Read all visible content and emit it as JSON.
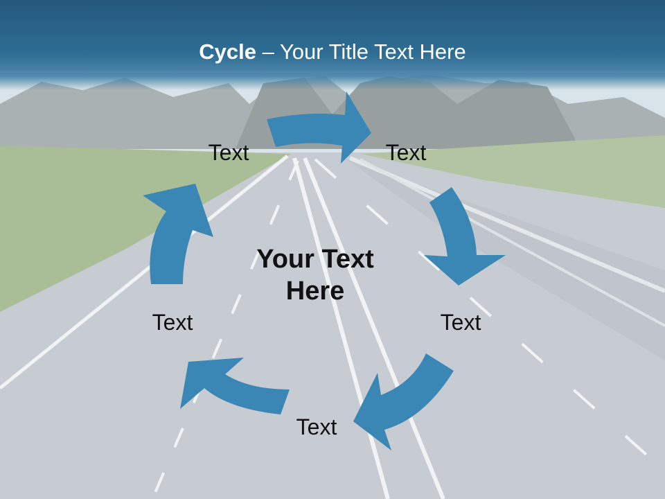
{
  "slide": {
    "title_strong": "Cycle",
    "title_rest": " – Your Title Text Here",
    "center_text": "Your Text Here",
    "labels": [
      "Text",
      "Text",
      "Text",
      "Text",
      "Text"
    ]
  },
  "colors": {
    "title_band": "#2a6489",
    "arrow": "#3a86b4",
    "road": "#c6ccd2",
    "field": "#a9bd97",
    "sky": "#d9e3ea"
  },
  "icons": [
    "cycle-arrow-icon"
  ]
}
